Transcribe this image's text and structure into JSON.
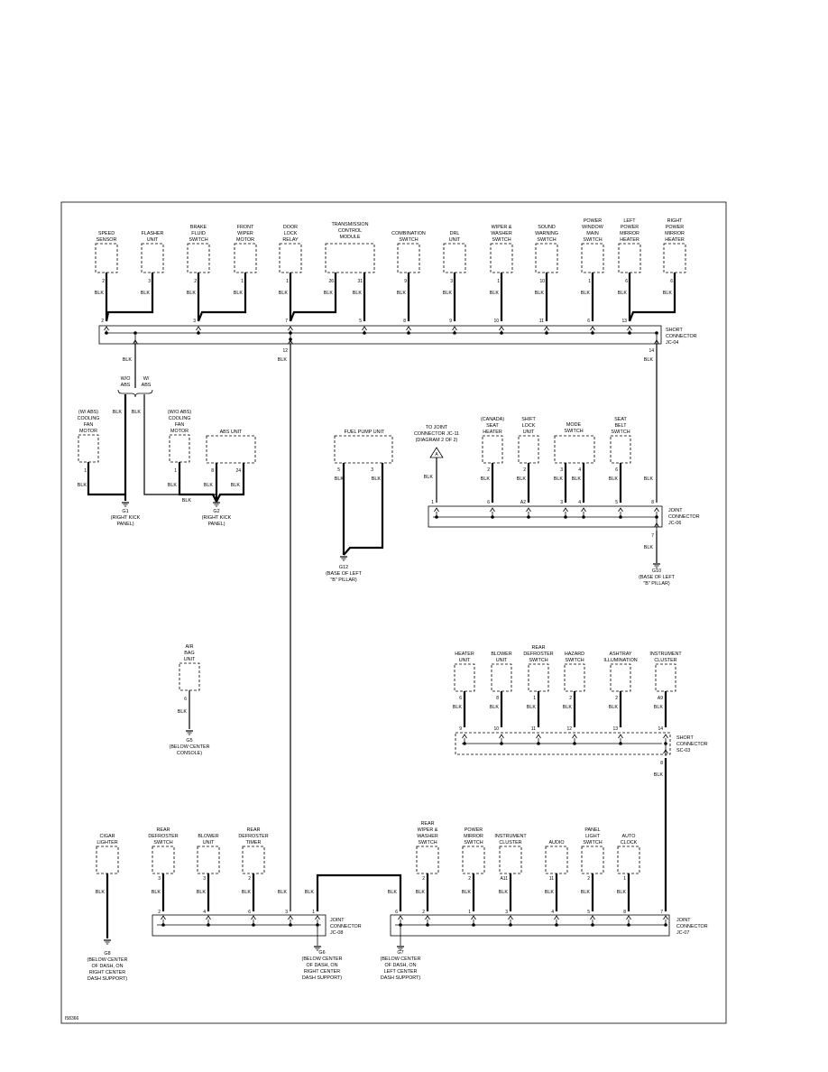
{
  "diagram_id": "I58366",
  "components": [
    {
      "id": "speed-sensor",
      "label": [
        "SPEED",
        "SENSOR"
      ],
      "pin": "2"
    },
    {
      "id": "flasher-unit",
      "label": [
        "FLASHER",
        "UNIT"
      ],
      "pin": "3"
    },
    {
      "id": "brake-fluid-switch",
      "label": [
        "BRAKE",
        "FLUID",
        "SWITCH"
      ],
      "pin": "2"
    },
    {
      "id": "front-wiper-motor",
      "label": [
        "FRONT",
        "WIPER",
        "MOTOR"
      ],
      "pin": "1"
    },
    {
      "id": "door-lock-relay",
      "label": [
        "DOOR",
        "LOCK",
        "RELAY"
      ],
      "pin": "1"
    },
    {
      "id": "transmission-control-module",
      "label": [
        "TRANSMISSION",
        "CONTROL",
        "MODULE"
      ],
      "pins": [
        "26",
        "31"
      ]
    },
    {
      "id": "combination-switch",
      "label": [
        "COMBINATION",
        "SWITCH"
      ],
      "pin": "9"
    },
    {
      "id": "drl-unit",
      "label": [
        "DRL",
        "UNIT"
      ],
      "pin": "3"
    },
    {
      "id": "wiper-washer-switch-1",
      "label": [
        "WIPER &",
        "WASHER",
        "SWITCH"
      ],
      "pin": "1"
    },
    {
      "id": "sound-warning-switch",
      "label": [
        "SOUND",
        "WARNING",
        "SWITCH"
      ],
      "pin": "10"
    },
    {
      "id": "power-window-main-switch",
      "label": [
        "POWER",
        "WINDOW",
        "MAIN",
        "SWITCH"
      ],
      "pin": "1"
    },
    {
      "id": "left-power-mirror-heater",
      "label": [
        "LEFT",
        "POWER",
        "MIRROR",
        "HEATER"
      ],
      "pin": "6"
    },
    {
      "id": "right-power-mirror-heater",
      "label": [
        "RIGHT",
        "POWER",
        "MIRROR",
        "HEATER"
      ],
      "pin": "6"
    },
    {
      "id": "cooling-fan-motor-w-abs",
      "label": [
        "(W/ ABS)",
        "COOLING",
        "FAN",
        "MOTOR"
      ],
      "pin": "1"
    },
    {
      "id": "cooling-fan-motor-wo-abs",
      "label": [
        "(W/O ABS)",
        "COOLING",
        "FAN",
        "MOTOR"
      ],
      "pin": "1"
    },
    {
      "id": "abs-unit",
      "label": [
        "ABS UNIT"
      ],
      "pins": [
        "8",
        "24"
      ]
    },
    {
      "id": "fuel-pump-unit",
      "label": [
        "FUEL PUMP UNIT"
      ],
      "pins": [
        "5",
        "3"
      ]
    },
    {
      "id": "canada-seat-heater",
      "label": [
        "(CANADA)",
        "SEAT",
        "HEATER"
      ],
      "pin": "2"
    },
    {
      "id": "shift-lock-unit",
      "label": [
        "SHIFT",
        "LOCK",
        "UNIT"
      ],
      "pin": "2"
    },
    {
      "id": "mode-switch",
      "label": [
        "MODE",
        "SWITCH"
      ],
      "pins": [
        "3",
        "4"
      ]
    },
    {
      "id": "seat-belt-switch",
      "label": [
        "SEAT",
        "BELT",
        "SWITCH"
      ],
      "pin": "6"
    },
    {
      "id": "air-bag-unit",
      "label": [
        "AIR",
        "BAG",
        "UNIT"
      ],
      "pin": "6"
    },
    {
      "id": "heater-unit",
      "label": [
        "HEATER",
        "UNIT"
      ],
      "pin": "6"
    },
    {
      "id": "blower-unit-1",
      "label": [
        "BLOWER",
        "UNIT"
      ],
      "pin": "8"
    },
    {
      "id": "rear-defroster-switch-1",
      "label": [
        "REAR",
        "DEFROSTER",
        "SWITCH"
      ],
      "pin": "1"
    },
    {
      "id": "hazard-switch",
      "label": [
        "HAZARD",
        "SWITCH"
      ],
      "pin": "2"
    },
    {
      "id": "ashtray-illumination",
      "label": [
        "ASHTRAY",
        "ILLUMINATION"
      ],
      "pin": "2"
    },
    {
      "id": "instrument-cluster-1",
      "label": [
        "INSTRUMENT",
        "CLUSTER"
      ],
      "pin": "A9"
    },
    {
      "id": "cigar-lighter",
      "label": [
        "CIGAR",
        "LIGHTER"
      ]
    },
    {
      "id": "rear-defroster-switch-2",
      "label": [
        "REAR",
        "DEFROSTER",
        "SWITCH"
      ],
      "pin": "3"
    },
    {
      "id": "blower-unit-2",
      "label": [
        "BLOWER",
        "UNIT"
      ],
      "pin": "3"
    },
    {
      "id": "rear-defroster-timer",
      "label": [
        "REAR",
        "DEFROSTER",
        "TIMER"
      ],
      "pin": "2"
    },
    {
      "id": "rear-wiper-washer-switch",
      "label": [
        "REAR",
        "WIPER &",
        "WASHER",
        "SWITCH"
      ],
      "pin": "2"
    },
    {
      "id": "power-mirror-switch",
      "label": [
        "POWER",
        "MIRROR",
        "SWITCH"
      ],
      "pin": "2"
    },
    {
      "id": "instrument-cluster-2",
      "label": [
        "INSTRUMENT",
        "CLUSTER"
      ],
      "pin": "A11"
    },
    {
      "id": "audio",
      "label": [
        "AUDIO"
      ],
      "pin": "11"
    },
    {
      "id": "panel-light-switch",
      "label": [
        "PANEL",
        "LIGHT",
        "SWITCH"
      ],
      "pin": "2"
    },
    {
      "id": "auto-clock",
      "label": [
        "AUTO",
        "CLOCK"
      ],
      "pin": "1"
    }
  ],
  "connectors": [
    {
      "id": "jc-04",
      "label": [
        "SHORT",
        "CONNECTOR",
        "JC-04"
      ],
      "pins": [
        "2",
        "3",
        "7",
        "5",
        "8",
        "9",
        "10",
        "11",
        "6",
        "13",
        "14"
      ]
    },
    {
      "id": "jc-06",
      "label": [
        "JOINT",
        "CONNECTOR",
        "JC-06"
      ],
      "pins": [
        "1",
        "6",
        "A2",
        "3",
        "4",
        "5",
        "8",
        "7"
      ]
    },
    {
      "id": "sc-03",
      "label": [
        "SHORT",
        "CONNECTOR",
        "SC-03"
      ],
      "pins": [
        "9",
        "10",
        "11",
        "12",
        "13",
        "14",
        "8"
      ]
    },
    {
      "id": "jc-08",
      "label": [
        "JOINT",
        "CONNECTOR",
        "JC-08"
      ],
      "pins": [
        "2",
        "4",
        "6",
        "3",
        "1"
      ]
    },
    {
      "id": "jc-07",
      "label": [
        "JOINT",
        "CONNECTOR",
        "JC-07"
      ],
      "pins": [
        "6",
        "2",
        "1",
        "3",
        "4",
        "5",
        "8",
        "7"
      ]
    }
  ],
  "grounds": [
    {
      "id": "g1",
      "label": [
        "G1",
        "(RIGHT KICK",
        "PANEL)"
      ]
    },
    {
      "id": "g2",
      "label": [
        "G2",
        "(RIGHT KICK",
        "PANEL)"
      ]
    },
    {
      "id": "g12",
      "label": [
        "G12",
        "(BASE OF LEFT",
        "\"B\" PILLAR)"
      ]
    },
    {
      "id": "g10",
      "label": [
        "G10",
        "(BASE OF LEFT",
        "\"B\" PILLAR)"
      ]
    },
    {
      "id": "g5",
      "label": [
        "G5",
        "(BELOW CENTER",
        "CONSOLE)"
      ]
    },
    {
      "id": "g8",
      "label": [
        "G8",
        "(BELOW CENTER",
        "OF DASH, ON",
        "RIGHT CENTER",
        "DASH SUPPORT)"
      ]
    },
    {
      "id": "g6",
      "label": [
        "G6",
        "(BELOW CENTER",
        "OF DASH, ON",
        "RIGHT CENTER",
        "DASH SUPPORT)"
      ]
    },
    {
      "id": "g7",
      "label": [
        "G7",
        "(BELOW CENTER",
        "OF DASH, ON",
        "LEFT CENTER",
        "DASH SUPPORT)"
      ]
    }
  ],
  "texts": {
    "wire_color": "BLK",
    "wo_abs": [
      "W/O",
      "ABS"
    ],
    "w_abs": [
      "W/",
      "ABS"
    ],
    "to_joint": [
      "TO JOINT",
      "CONNECTOR JC-11",
      "(DIAGRAM 2 OF 2)"
    ],
    "arrow_ref": "A",
    "jc04_pin_12": "12",
    "jc04_pin_14": "14"
  }
}
